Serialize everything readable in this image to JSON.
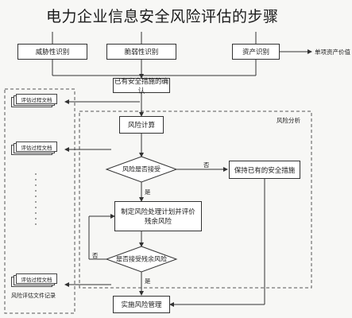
{
  "title": "电力企业信息安全风险评估的步骤",
  "boxes": {
    "threat": "威胁性识别",
    "vulnerability": "脆弱性识别",
    "asset": "资产识别",
    "confirm_measures": "已有安全措施的确认",
    "risk_calc": "风险计算",
    "keep_measures": "保持已有的安全措施",
    "plan": "制定风险处理计划并评价残余风险",
    "implement": "实施风险管理"
  },
  "decisions": {
    "accept": "风险是否接受",
    "accept_residual": "是否接受残余风险"
  },
  "edge_labels": {
    "yes": "是",
    "no": "否"
  },
  "side_labels": {
    "asset_value": "单项资产价值",
    "risk_analysis": "风险分析",
    "record": "风险评估文件记录"
  },
  "docs": {
    "doc_label": "评估过程文档"
  },
  "colors": {
    "line": "#333333",
    "dash": "#555555"
  }
}
